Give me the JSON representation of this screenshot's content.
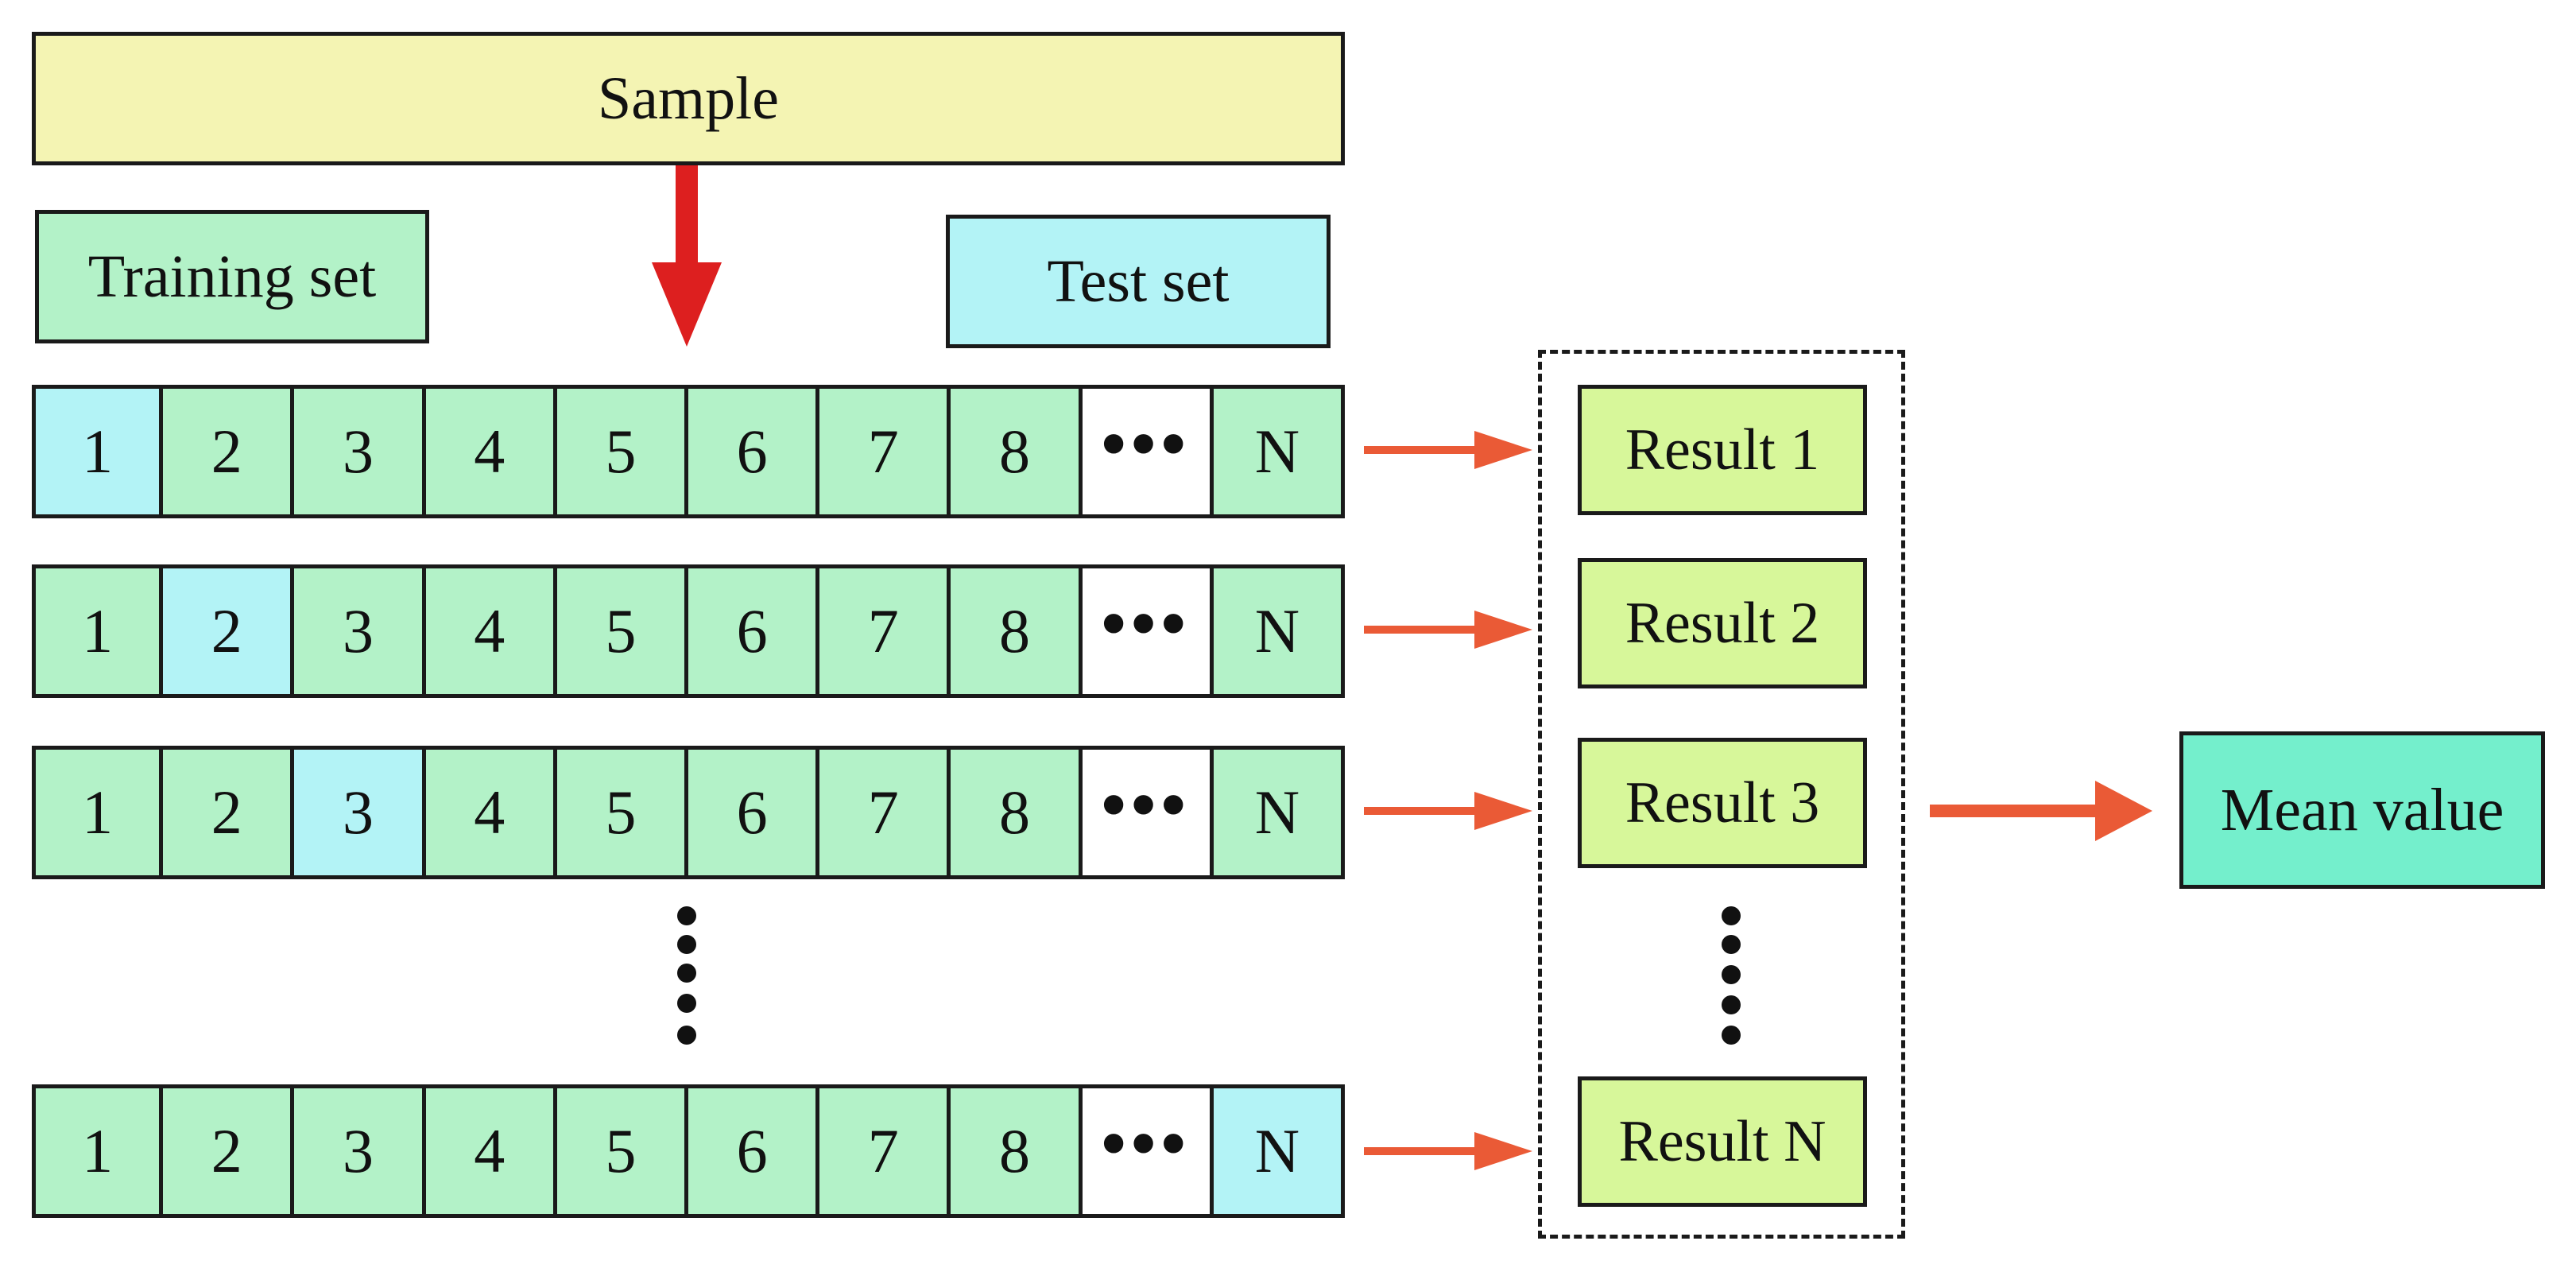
{
  "sample": {
    "label": "Sample"
  },
  "legend": {
    "training": {
      "label": "Training set",
      "color": "#b3f2c8"
    },
    "test": {
      "label": "Test set",
      "color": "#b3f3f6"
    }
  },
  "folds": {
    "cell_labels": [
      "1",
      "2",
      "3",
      "4",
      "5",
      "6",
      "7",
      "8",
      "•••",
      "N"
    ],
    "rows": [
      {
        "test_index": 0
      },
      {
        "test_index": 1
      },
      {
        "test_index": 2
      },
      {
        "test_index": 9
      }
    ],
    "vertical_ellipsis_color": "#111111"
  },
  "results": [
    "Result 1",
    "Result 2",
    "Result 3",
    "Result N"
  ],
  "result_color": "#d7f79a",
  "sample_color": "#f4f4b3",
  "mean": {
    "label": "Mean value",
    "color": "#74efcc"
  },
  "arrow_colors": {
    "down": "#dd1f1f",
    "right": "#ea5a36"
  }
}
